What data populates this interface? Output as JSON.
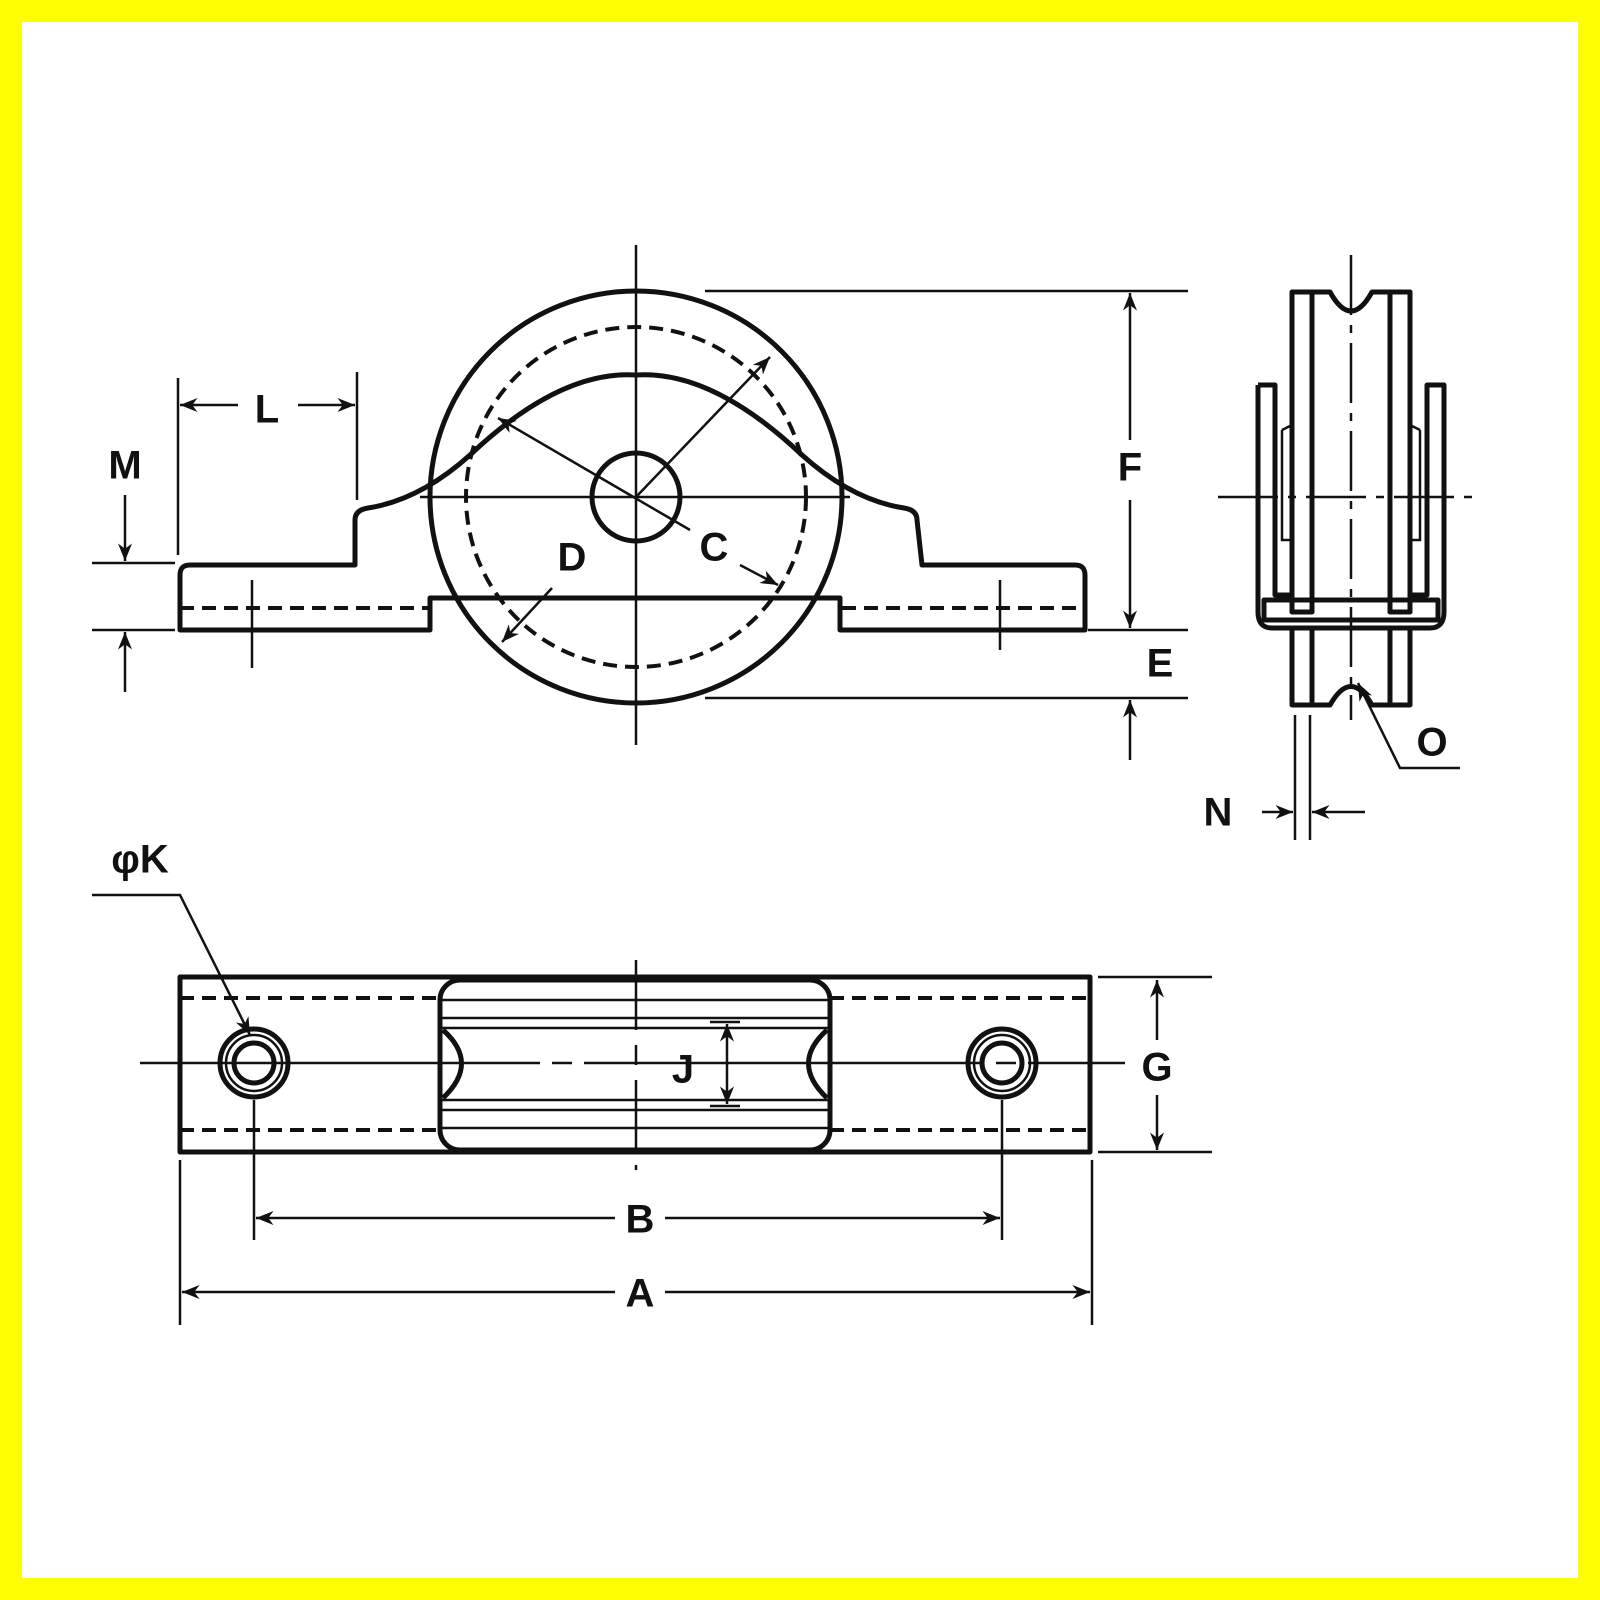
{
  "diagram": {
    "border_color": "#ffff00",
    "labels": {
      "A": "A",
      "B": "B",
      "C": "C",
      "D": "D",
      "E": "E",
      "F": "F",
      "G": "G",
      "J": "J",
      "K": "φK",
      "L": "L",
      "M": "M",
      "N": "N",
      "O": "O"
    }
  }
}
